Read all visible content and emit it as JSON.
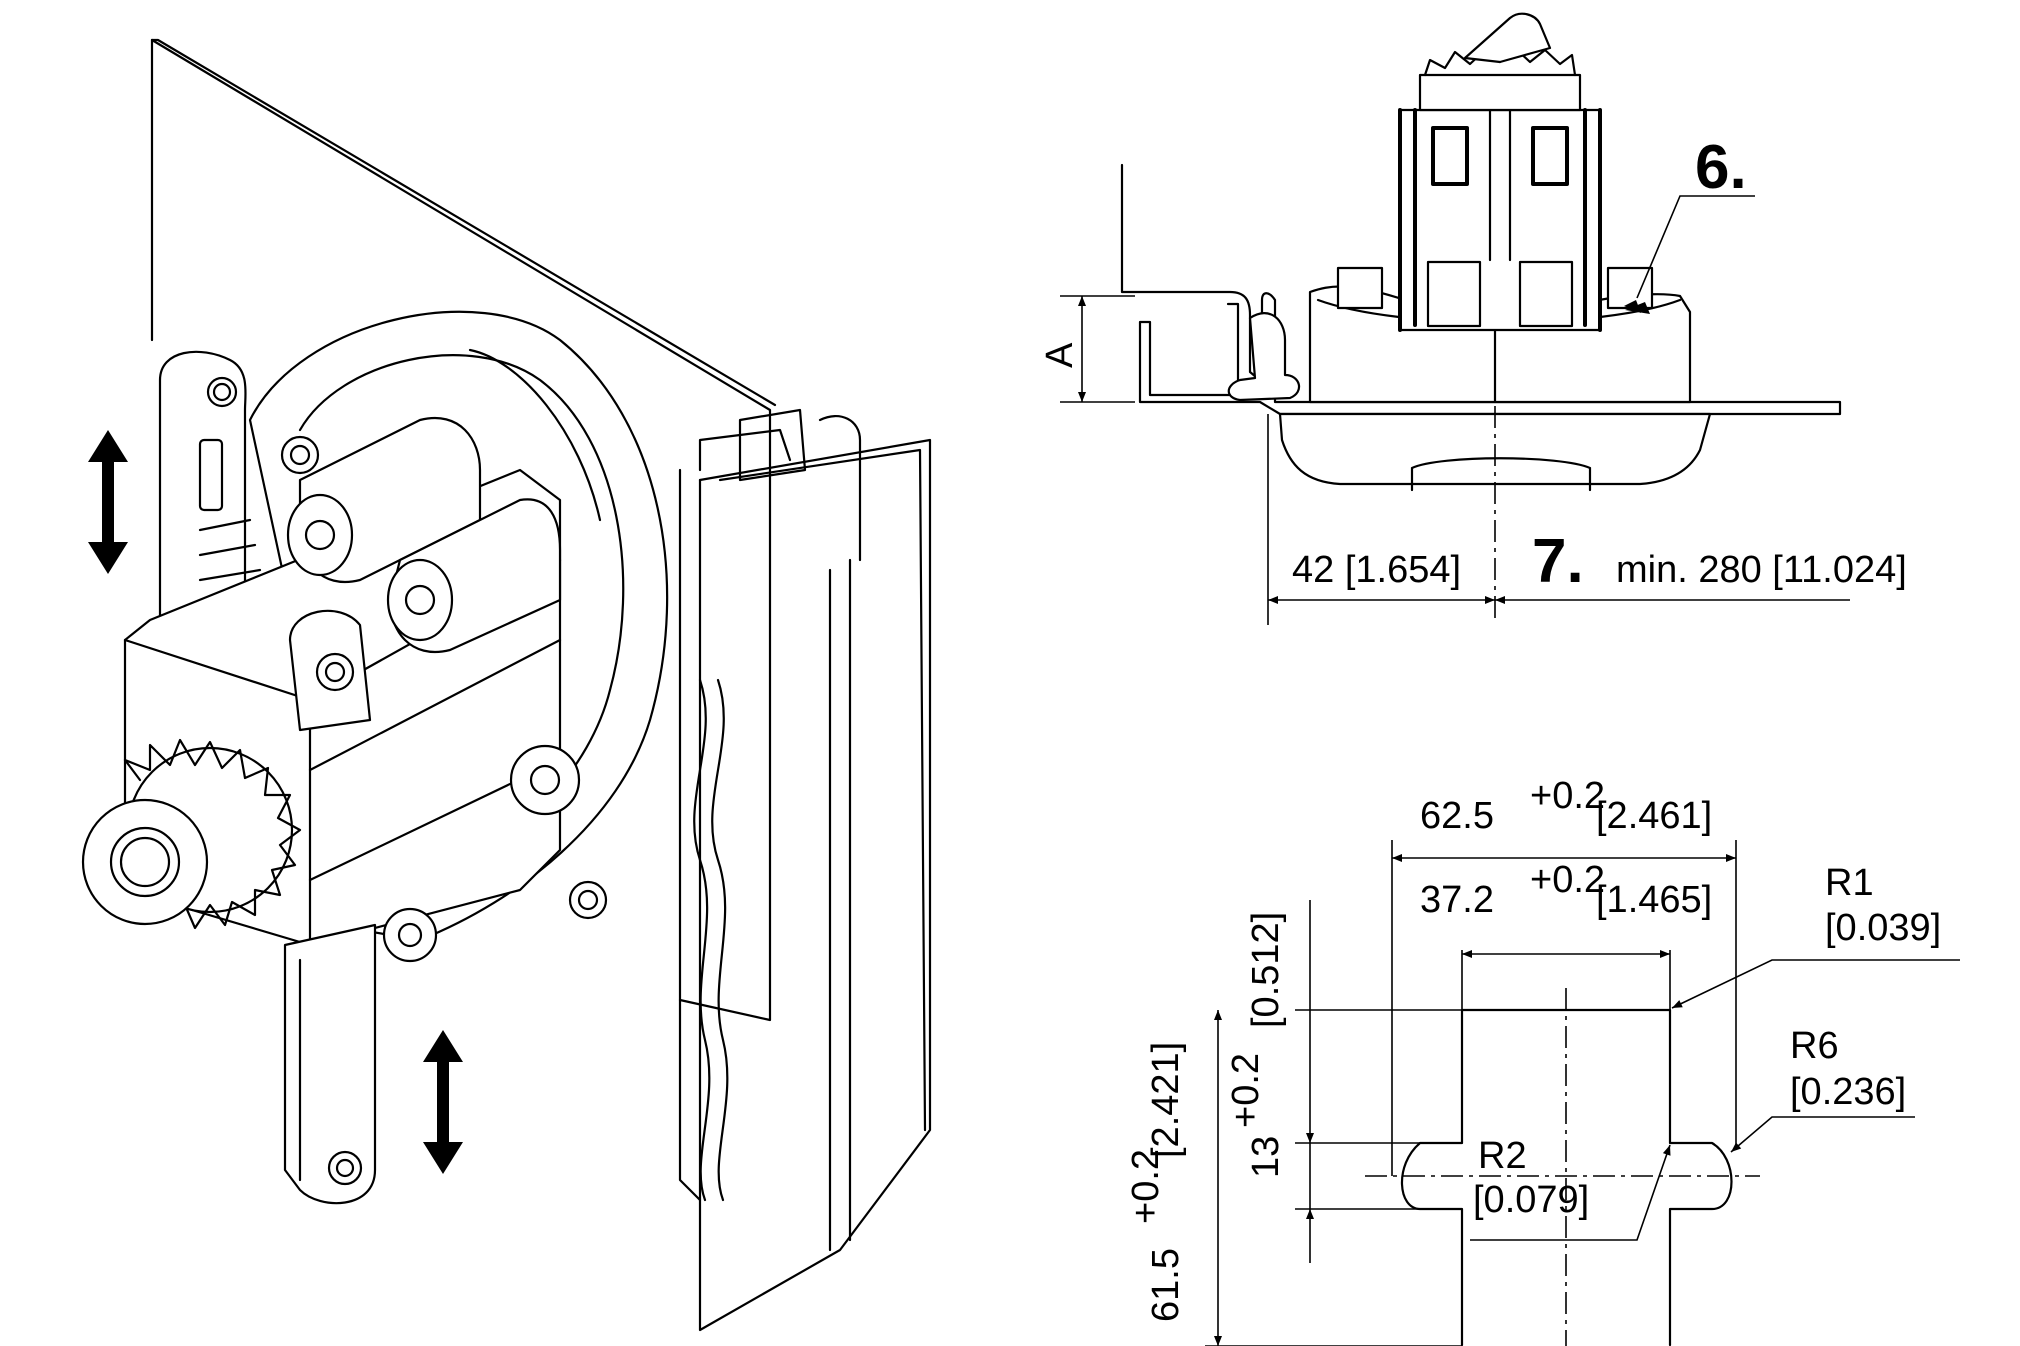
{
  "callouts": {
    "c6": "6.",
    "c7": "7."
  },
  "side_view": {
    "dim_A": "A",
    "dim_42": "42 [1.654]",
    "dim_min280": "min. 280 [11.024]"
  },
  "cutout": {
    "w_outer": "62.5",
    "w_outer_tol": "+0.2",
    "w_outer_in": "[2.461]",
    "w_inner": "37.2",
    "w_inner_tol": "+0.2",
    "w_inner_in": "[1.465]",
    "h_total": "61.5",
    "h_total_tol": "+0.2",
    "h_total_in": "[2.421]",
    "h_top": "13",
    "h_top_tol": "+0.2",
    "h_top_in": "[0.512]",
    "r1": "R1",
    "r1_in": "[0.039]",
    "r6": "R6",
    "r6_in": "[0.236]",
    "r2": "R2",
    "r2_in": "[0.079]"
  }
}
